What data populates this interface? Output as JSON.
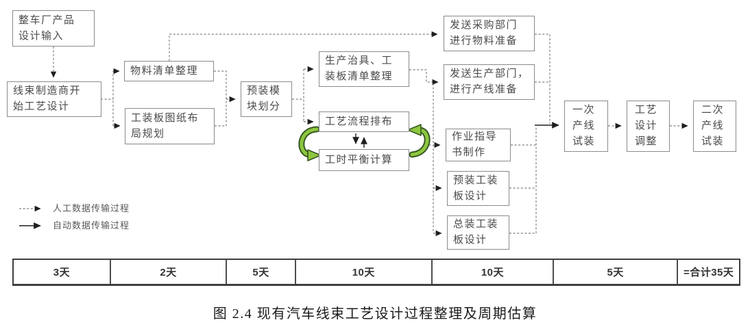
{
  "figure": {
    "caption": "图 2.4 现有汽车线束工艺设计过程整理及周期估算"
  },
  "nodes": {
    "oem_input": {
      "label": "整车厂产品\n设计输入"
    },
    "harness_start": {
      "label": "线束制造商开\n始工艺设计"
    },
    "bom_sorting": {
      "label": "物料清单整理"
    },
    "board_drawing_layout": {
      "label": "工装板图纸布\n局规划"
    },
    "premodule_division": {
      "label": "预装模\n块划分"
    },
    "fixture_list": {
      "label": "生产治具、工\n装板清单整理"
    },
    "process_layout": {
      "label": "工艺流程排布"
    },
    "time_balance": {
      "label": "工时平衡计算"
    },
    "purchasing_prep": {
      "label": "发送采购部门\n进行物料准备"
    },
    "production_prep": {
      "label": "发送生产部门，\n进行产线准备"
    },
    "work_instruction": {
      "label": "作业指导\n书制作"
    },
    "preassembly_board_design": {
      "label": "预装工装\n板设计"
    },
    "final_board_design": {
      "label": "总装工装\n板设计"
    },
    "first_line_trial": {
      "label": "一次\n产线\n试装"
    },
    "process_adjustment": {
      "label": "工艺\n设计\n调整"
    },
    "second_line_trial": {
      "label": "二次\n产线\n试装"
    }
  },
  "legend": {
    "manual_label": "人工数据传输过程",
    "auto_label": "自动数据传输过程"
  },
  "timeline": {
    "cells": [
      {
        "label": "3天"
      },
      {
        "label": "2天"
      },
      {
        "label": "5天"
      },
      {
        "label": "10天"
      },
      {
        "label": "10天"
      },
      {
        "label": "5天"
      },
      {
        "label": "=合计35天"
      }
    ]
  },
  "colors": {
    "line-gray": "#7f7f7f",
    "ink": "#1f1f1f",
    "box-border": "#8a8a8a",
    "text": "#4a4a4a",
    "green": "#8dc63f",
    "green-dark": "#375623",
    "table-border": "#3f3f3f"
  }
}
